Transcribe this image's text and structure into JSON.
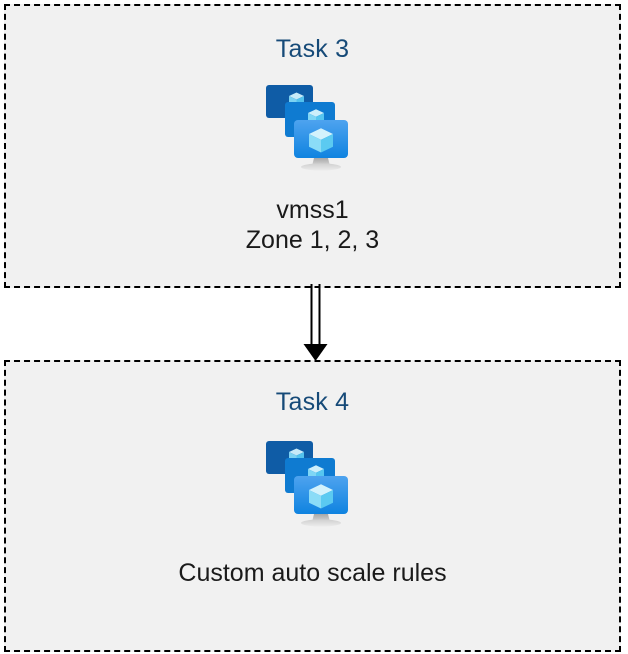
{
  "diagram": {
    "type": "flow",
    "background_color": "#ffffff",
    "box_fill_color": "#f1f1f1",
    "box_border_color": "#000000",
    "title_color": "#164a78",
    "caption_color": "#1a1a1a",
    "nodes": [
      {
        "id": "task-3",
        "title": "Task 3",
        "icon": "vm-scale-set-icon",
        "caption_lines": [
          "vmss1",
          "Zone 1, 2, 3"
        ]
      },
      {
        "id": "task-4",
        "title": "Task 4",
        "icon": "vm-scale-set-icon",
        "caption_lines": [
          "Custom auto scale rules"
        ]
      }
    ],
    "connector": {
      "from": "task-3",
      "to": "task-4",
      "style": "double-line-arrow",
      "color": "#000000"
    }
  },
  "icon_palette": {
    "monitor_back": "#0f5ca6",
    "monitor_middle": "#0f7bd1",
    "monitor_front_top": "#4ea3ef",
    "monitor_front_bottom": "#0f83e0",
    "cube_light": "#c3ecfb",
    "cube_mid": "#86dcf7",
    "cube_dark": "#4fc7f0",
    "stand_top": "#8f8f8f",
    "stand_bottom": "#d6d6d6"
  }
}
